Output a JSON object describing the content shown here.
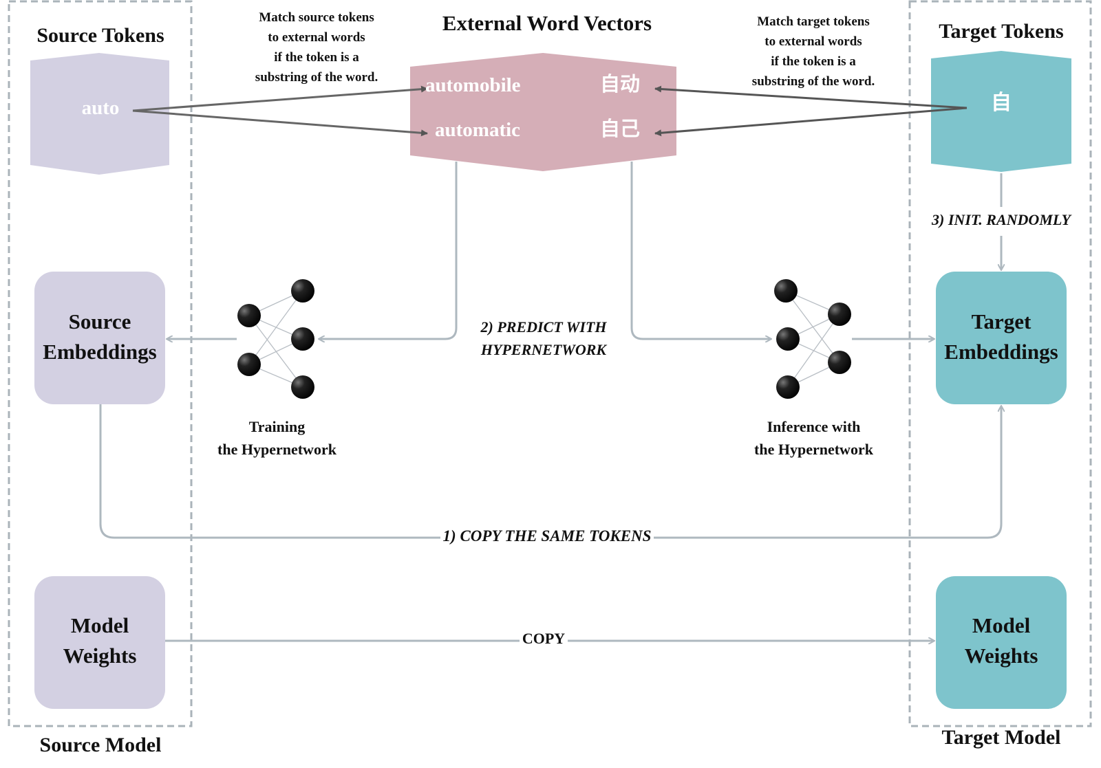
{
  "source_model": {
    "tokens_title": "Source Tokens",
    "token": "auto",
    "embeddings": [
      "Source",
      "Embeddings"
    ],
    "weights": [
      "Model",
      "Weights"
    ],
    "frame_label": "Source Model"
  },
  "target_model": {
    "tokens_title": "Target Tokens",
    "token": "自",
    "embeddings": [
      "Target",
      "Embeddings"
    ],
    "weights": [
      "Model",
      "Weights"
    ],
    "frame_label": "Target Model"
  },
  "external": {
    "title": "External Word Vectors",
    "words_en": [
      "automobile",
      "automatic"
    ],
    "words_zh": [
      "自动",
      "自己"
    ]
  },
  "notes": {
    "match_source": [
      "Match source tokens",
      "to external words",
      "if the token is a",
      "substring of the word."
    ],
    "match_target": [
      "Match target tokens",
      "to external words",
      "if the token is a",
      "substring of the word."
    ]
  },
  "steps": {
    "copy_tokens": "1) COPY THE SAME TOKENS",
    "predict": [
      "2) PREDICT WITH",
      "HYPERNETWORK"
    ],
    "init_randomly": "3) INIT. RANDOMLY",
    "copy_weights": "COPY"
  },
  "hypernetwork": {
    "training": [
      "Training",
      "the Hypernetwork"
    ],
    "inference": [
      "Inference with",
      "the Hypernetwork"
    ]
  },
  "colors": {
    "source": "#d3d0e2",
    "target": "#7ec4cc",
    "external": "#d5aeb7",
    "connector": "#aeb8bf",
    "match_arrow": "#606060",
    "frame": "#aab3b9",
    "neuron": "#1a1a1a"
  }
}
